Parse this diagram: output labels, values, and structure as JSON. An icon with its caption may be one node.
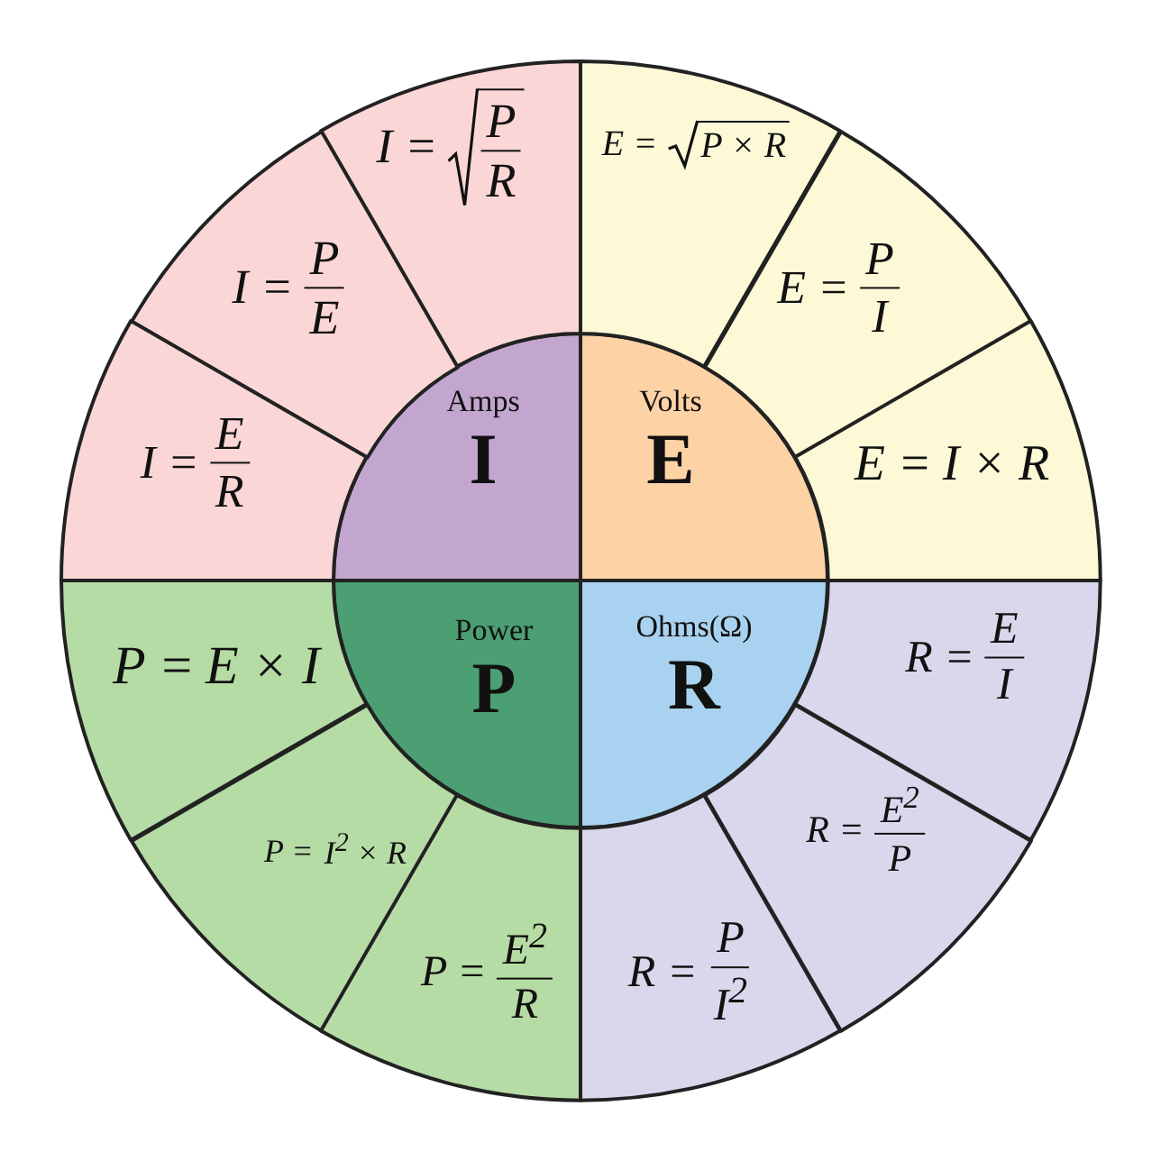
{
  "diagram": {
    "nodes": [
      {
        "text": [
          "Amps",
          "I"
        ]
      },
      {
        "text": [
          "Volts",
          "E"
        ]
      },
      {
        "text": [
          "Power",
          "P"
        ]
      },
      {
        "text": [
          "Ohms(Ω)",
          "R"
        ]
      },
      {
        "text": [
          "I =",
          "P",
          "R"
        ]
      },
      {
        "text": [
          "I =",
          "P",
          "E"
        ]
      },
      {
        "text": [
          "I =",
          "E",
          "R"
        ]
      },
      {
        "text": [
          "E =",
          "P × R"
        ]
      },
      {
        "text": [
          "E =",
          "P",
          "I"
        ]
      },
      {
        "text": [
          "E =",
          "I × R"
        ]
      },
      {
        "text": [
          "P =",
          "E × I"
        ]
      },
      {
        "text": [
          "P =",
          "I$^{2}$ × R"
        ]
      },
      {
        "text": [
          "P =",
          "E$^{2}$",
          "R"
        ]
      },
      {
        "text": [
          "R =",
          "E",
          "I"
        ]
      },
      {
        "text": [
          "R =",
          "E$^{2}$",
          "P"
        ]
      },
      {
        "text": [
          "R =",
          "P",
          "I$^{2}$"
        ]
      }
    ]
  }
}
